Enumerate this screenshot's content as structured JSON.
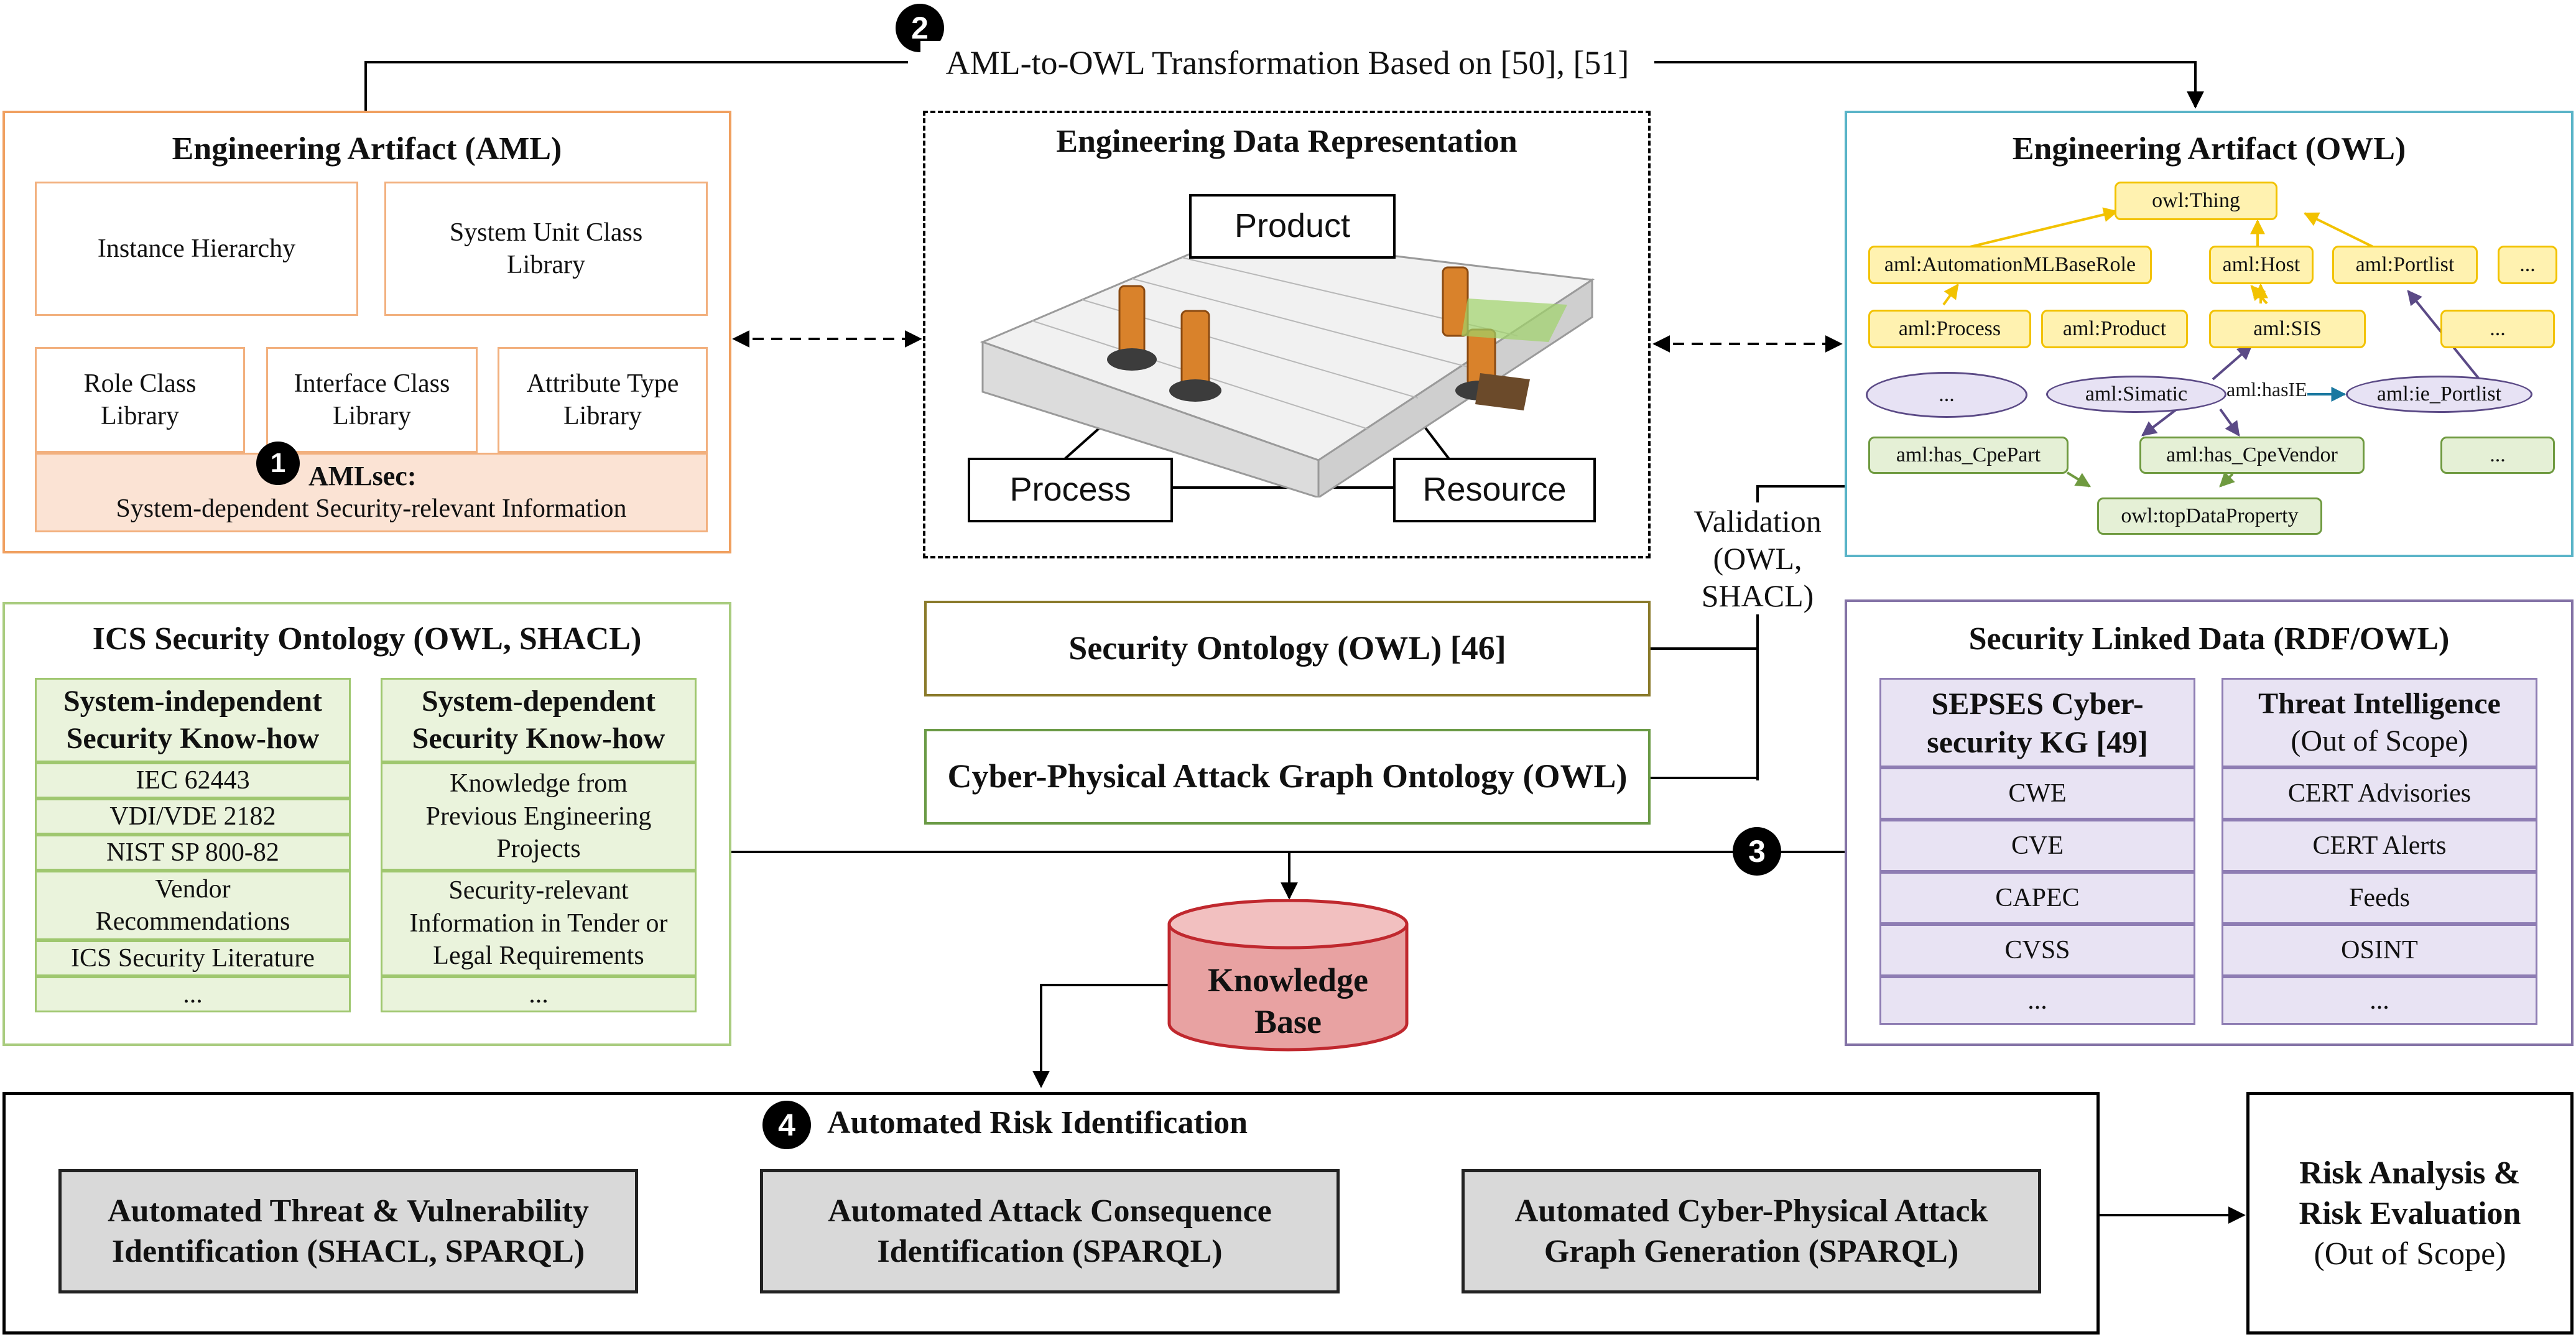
{
  "step_labels": {
    "one": "1",
    "two": "2",
    "three": "3",
    "four": "4"
  },
  "transformation_label": "AML-to-OWL Transformation Based on [50], [51]",
  "aml_artifact": {
    "title": "Engineering Artifact (AML)",
    "instance_hierarchy": "Instance Hierarchy",
    "system_unit_class_library": "System Unit Class Library",
    "role_class_library": "Role Class Library",
    "interface_class_library": "Interface Class Library",
    "attribute_type_library": "Attribute Type Library",
    "amlsec_title": "AMLsec:",
    "amlsec_subtitle": "System-dependent Security-relevant Information"
  },
  "engineering_data": {
    "title": "Engineering Data Representation",
    "product": "Product",
    "process": "Process",
    "resource": "Resource"
  },
  "owl_artifact": {
    "title": "Engineering Artifact (OWL)",
    "owl_thing": "owl:Thing",
    "automationml_base_role": "aml:AutomationMLBaseRole",
    "host": "aml:Host",
    "portlist": "aml:Portlist",
    "ellipsis_1": "...",
    "process": "aml:Process",
    "product": "aml:Product",
    "sis": "aml:SIS",
    "ellipsis_2": "...",
    "ellipsis_3": "...",
    "simatic": "aml:Simatic",
    "has_ie": "aml:hasIE",
    "ie_portlist": "aml:ie_Portlist",
    "has_cpe_part": "aml:has_CpePart",
    "has_cpe_vendor": "aml:has_CpeVendor",
    "ellipsis_4": "...",
    "top_data_property": "owl:topDataProperty"
  },
  "validation_label": "Validation (OWL, SHACL)",
  "ics_ontology": {
    "title": "ICS Security Ontology (OWL, SHACL)",
    "independent_header": "System-independent Security Know-how",
    "independent_items": [
      "IEC 62443",
      "VDI/VDE 2182",
      "NIST SP 800-82",
      "Vendor Recommendations",
      "ICS Security Literature",
      "..."
    ],
    "dependent_header": "System-dependent Security Know-how",
    "dependent_items": [
      "Knowledge from Previous Engineering Projects",
      "Security-relevant Information in Tender or Legal Requirements",
      "..."
    ]
  },
  "security_ontology": "Security Ontology (OWL) [46]",
  "attack_graph_ontology": "Cyber-Physical Attack Graph Ontology (OWL)",
  "linked_data": {
    "title": "Security Linked Data (RDF/OWL)",
    "sepses_header": "SEPSES Cyber-security KG [49]",
    "sepses_items": [
      "CWE",
      "CVE",
      "CAPEC",
      "CVSS",
      "..."
    ],
    "threat_header": "Threat Intelligence",
    "threat_sub": "(Out of Scope)",
    "threat_items": [
      "CERT Advisories",
      "CERT Alerts",
      "Feeds",
      "OSINT",
      "..."
    ]
  },
  "knowledge_base": "Knowledge Base",
  "risk_identification": {
    "title": "Automated Risk Identification",
    "threat_vuln": "Automated Threat & Vulnerability Identification (SHACL, SPARQL)",
    "attack_consequence": "Automated Attack Consequence Identification (SPARQL)",
    "attack_graph": "Automated Cyber-Physical Attack Graph Generation (SPARQL)"
  },
  "risk_analysis": {
    "title": "Risk Analysis & Risk Evaluation",
    "sub": "(Out of Scope)"
  },
  "colors": {
    "orange": "#f0a060",
    "green": "#a9cc7f",
    "purple": "#8473a6",
    "teal": "#5ab4c8",
    "olive": "#8a7a2a",
    "kb_red": "#c0282e"
  }
}
